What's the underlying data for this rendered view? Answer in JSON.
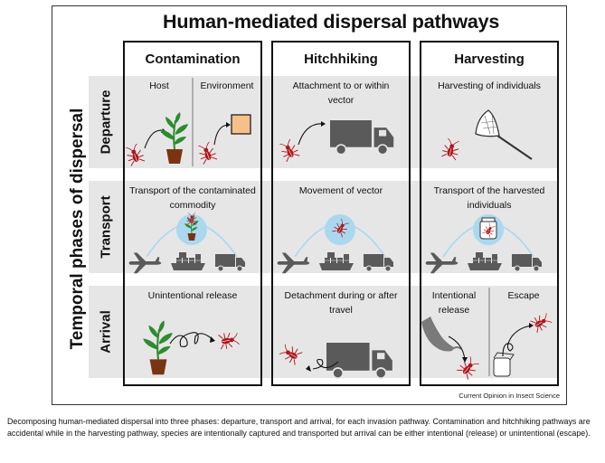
{
  "title": "Human-mediated dispersal pathways",
  "axis_label": "Temporal phases of dispersal",
  "columns": [
    "Contamination",
    "Hitchhiking",
    "Harvesting"
  ],
  "rows": [
    "Departure",
    "Transport",
    "Arrival"
  ],
  "cells": {
    "contamination": {
      "departure_host": "Host",
      "departure_environment": "Environment",
      "transport": "Transport of the contaminated commodity",
      "arrival": "Unintentional release"
    },
    "hitchhiking": {
      "departure": "Attachment to or within vector",
      "transport": "Movement of vector",
      "arrival": "Detachment during or after travel"
    },
    "harvesting": {
      "departure": "Harvesting of individuals",
      "transport": "Transport of the harvested individuals",
      "arrival_intentional": "Intentional release",
      "arrival_escape": "Escape"
    }
  },
  "source": "Current Opinion in Insect Science",
  "caption": "Decomposing human-mediated dispersal into three phases: departure, transport and arrival, for each invasion pathway. Contamination and hitchhiking pathways are accidental while in the harvesting pathway, species are intentionally captured and transported but arrival can be either intentional (release) or unintentional (escape).",
  "colors": {
    "insect": "#b0161c",
    "plant": "#2e8b2e",
    "pot": "#7a3414",
    "vehicle": "#5a5a5a",
    "bubble": "#a9d8f0",
    "band": "#e6e6e6",
    "box_orange": "#f7c08a"
  }
}
